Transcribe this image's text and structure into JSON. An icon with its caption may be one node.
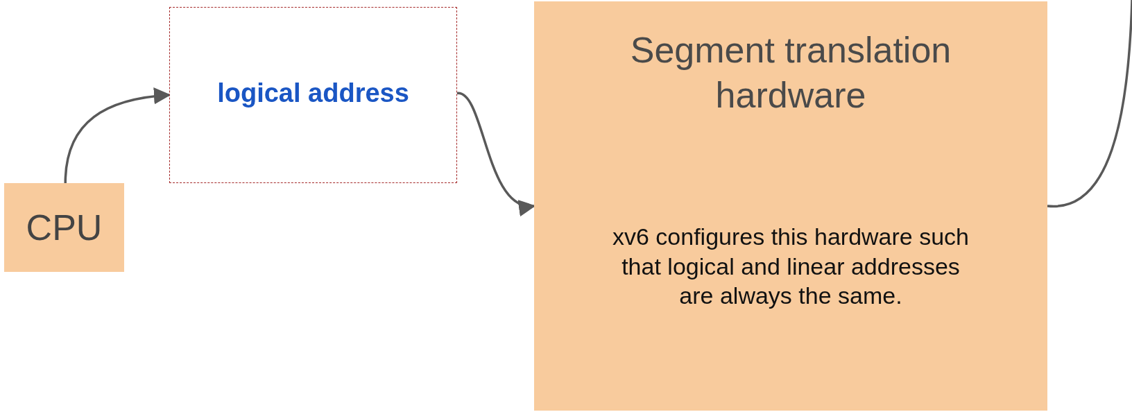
{
  "diagram": {
    "nodes": [
      {
        "text": [
          "CPU"
        ]
      },
      {
        "text": [
          "logical address"
        ]
      },
      {
        "text": [
          "Segment translation hardware",
          "xv6 configures this hardware such that logical and linear addresses are always the same."
        ]
      }
    ],
    "edges": [
      {
        "from": 0,
        "to": 1,
        "arrow": "to"
      },
      {
        "from": 1,
        "to": 2,
        "arrow": "to"
      },
      {
        "from": 2,
        "to": null,
        "arrow": "none"
      }
    ]
  }
}
